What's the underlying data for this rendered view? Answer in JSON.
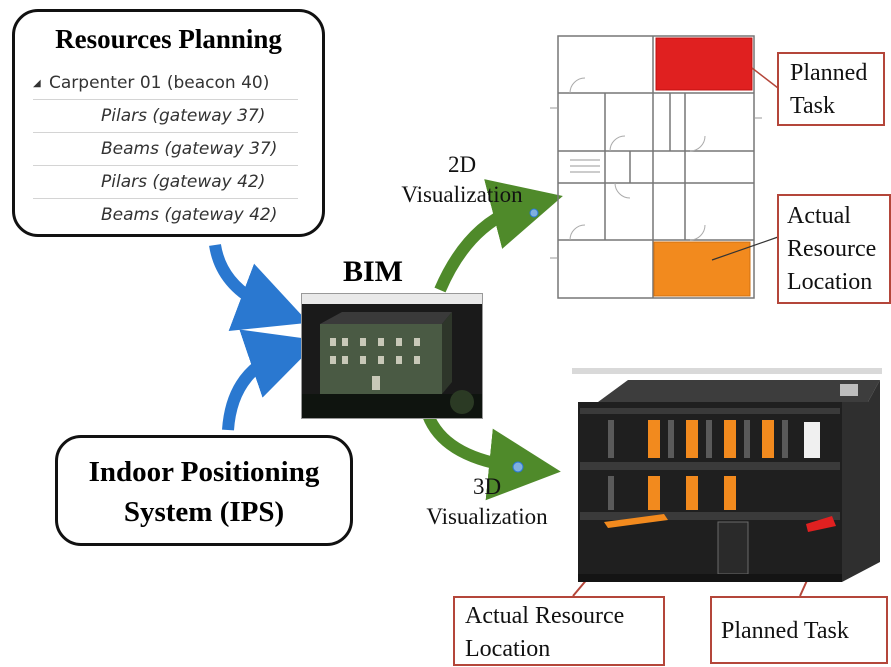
{
  "resources_planning": {
    "title": "Resources Planning",
    "parent": "Carpenter 01 (beacon 40)",
    "items": [
      "Pilars (gateway 37)",
      "Beams (gateway 37)",
      "Pilars (gateway 42)",
      "Beams (gateway 42)"
    ]
  },
  "ips": {
    "line1": "Indoor Positioning",
    "line2": "System (IPS)"
  },
  "bim": {
    "title": "BIM"
  },
  "viz2d": {
    "line1": "2D",
    "line2": "Visualization"
  },
  "viz3d": {
    "line1": "3D",
    "line2": "Visualization"
  },
  "callouts": {
    "planned_2d": {
      "line1": "Planned",
      "line2": "Task"
    },
    "actual_2d": {
      "line1": "Actual",
      "line2": "Resource",
      "line3": "Location"
    },
    "actual_3d": {
      "line1": "Actual Resource",
      "line2": "Location"
    },
    "planned_3d": {
      "line1": "Planned Task"
    }
  },
  "colors": {
    "planned": "#e02020",
    "actual": "#f28a1e",
    "arrow_blue": "#2a78d0",
    "arrow_green": "#4f8a2a",
    "callout_border": "#b4463a",
    "building_dark": "#2c2c2c"
  }
}
